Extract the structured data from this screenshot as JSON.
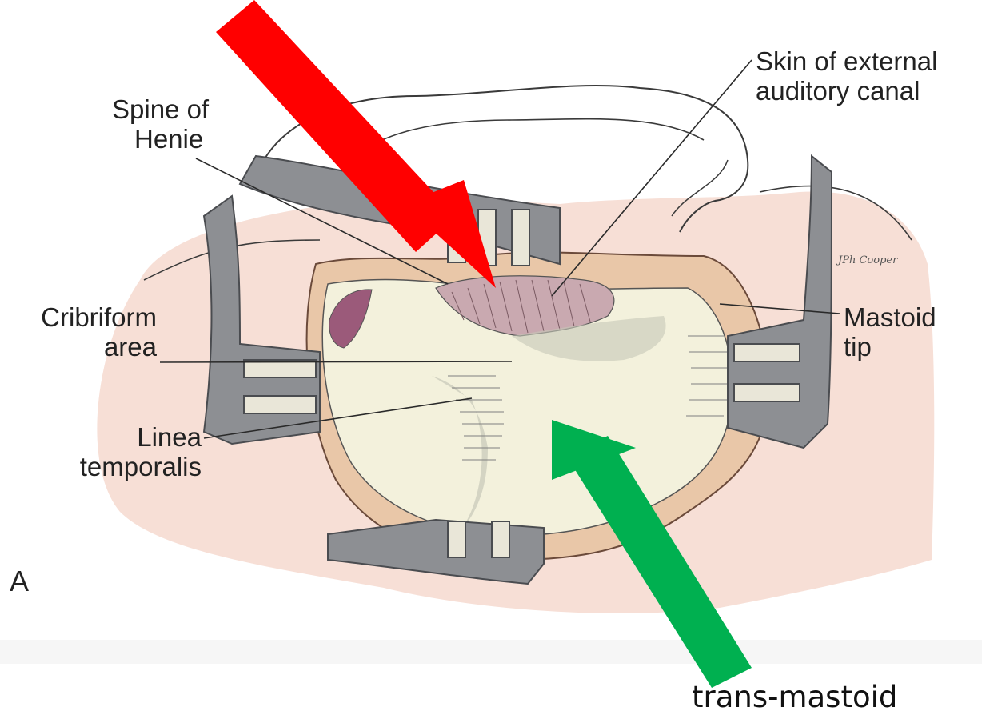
{
  "figure": {
    "panel_letter": "A",
    "signature": "JPh Cooper",
    "labels": {
      "spine_line1": "Spine of",
      "spine_line2": "Henie",
      "skin_line1": "Skin of external",
      "skin_line2": "auditory canal",
      "cribriform_line1": "Cribriform",
      "cribriform_line2": "area",
      "mastoid_line1": "Mastoid",
      "mastoid_line2": "tip",
      "linea_line1": "Linea",
      "linea_line2": "temporalis"
    },
    "annotation": "trans-mastoid"
  },
  "colors": {
    "skin": "#f7dfd6",
    "bone": "#f3f1dc",
    "bone_shade": "#c6c8b8",
    "canal": "#c9a9b0",
    "muscle": "#9b5a7a",
    "retractor": "#8d8f93",
    "retractor_edge": "#4a4c50",
    "red_arrow": "#ff0000",
    "green_arrow": "#00b050"
  }
}
